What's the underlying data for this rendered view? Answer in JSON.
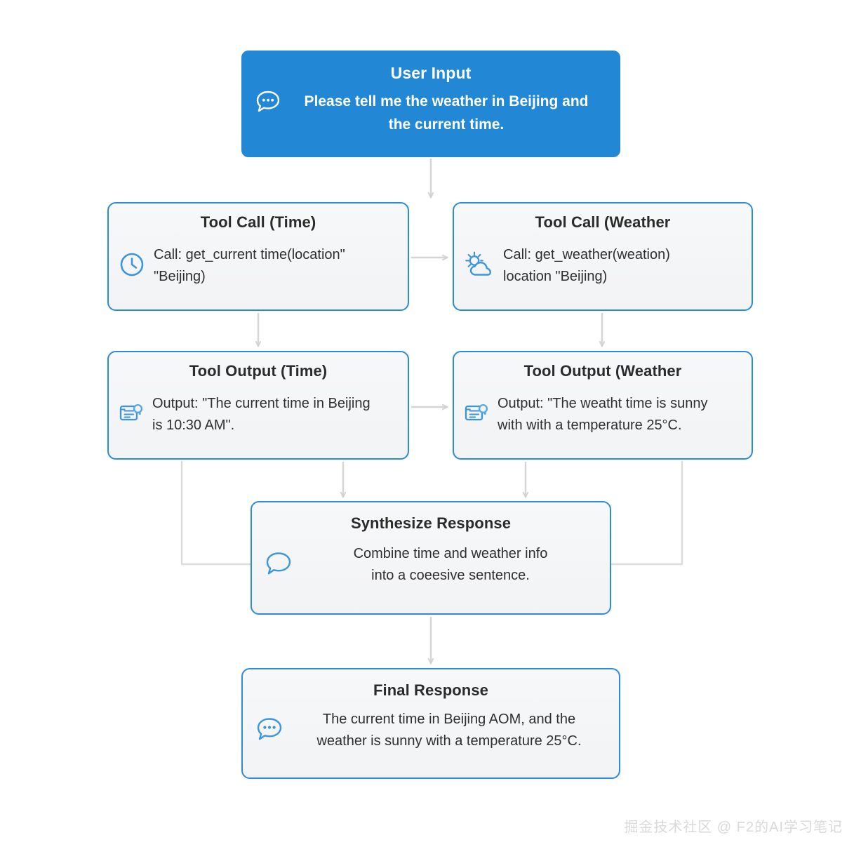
{
  "diagram": {
    "title": "Agent tool-calling flow",
    "colors": {
      "accent": "#2287d4",
      "node_border": "#2e8bd8",
      "node_fill": "#f3f4f6",
      "connector": "#d5d5d5",
      "text": "#2f2f2f",
      "watermark": "#d9d9d9"
    },
    "nodes": [
      {
        "id": "user-input",
        "title": "User Input",
        "icon": "chat-bubble-dots-icon",
        "body": "Please tell me the weather in Beijing and\nthe current time."
      },
      {
        "id": "tool-call-time",
        "title": "Tool Call (Time)",
        "icon": "clock-icon",
        "body": "Call: get_current time(location\"\n\"Beijing)"
      },
      {
        "id": "tool-call-weather",
        "title": "Tool Call (Weather",
        "icon": "sun-cloud-icon",
        "body": "Call: get_weather(weation)\nlocation \"Beijing)"
      },
      {
        "id": "tool-output-time",
        "title": "Tool Output (Time)",
        "icon": "document-output-icon",
        "body": "Output: \"The current time in Beijing\nis 10:30 AM\"."
      },
      {
        "id": "tool-output-weather",
        "title": "Tool Output (Weather",
        "icon": "document-output-icon",
        "body": "Output: \"The weatht time is sunny\nwith with a temperature 25°C."
      },
      {
        "id": "synthesize",
        "title": "Synthesize Response",
        "icon": "chat-bubble-icon",
        "body": "Combine time and weather info\ninto a coeesive sentence."
      },
      {
        "id": "final",
        "title": "Final Response",
        "icon": "chat-bubble-dots-icon",
        "body": "The current time in Beijing AOM, and the\nweather is sunny with a temperature 25°C."
      }
    ],
    "connectors": [
      {
        "id": "user-input-to-tool-call-weather",
        "kind": "elbow-arrow"
      },
      {
        "id": "tool-call-time-to-tool-call-weather",
        "kind": "arrow"
      },
      {
        "id": "tool-call-time-to-tool-output-time",
        "kind": "arrow"
      },
      {
        "id": "tool-call-weather-to-tool-output-weather",
        "kind": "arrow"
      },
      {
        "id": "tool-output-time-to-synthesize",
        "kind": "arrow"
      },
      {
        "id": "tool-output-weather-to-synthesize",
        "kind": "arrow"
      },
      {
        "id": "tool-output-time-to-synthesize-left",
        "kind": "elbow"
      },
      {
        "id": "tool-output-weather-to-synthesize-right",
        "kind": "elbow"
      },
      {
        "id": "tool-output-time-to-tool-output-weather",
        "kind": "arrow"
      },
      {
        "id": "synthesize-to-final",
        "kind": "arrow"
      }
    ],
    "watermark": "掘金技术社区 @ F2的AI学习笔记"
  }
}
